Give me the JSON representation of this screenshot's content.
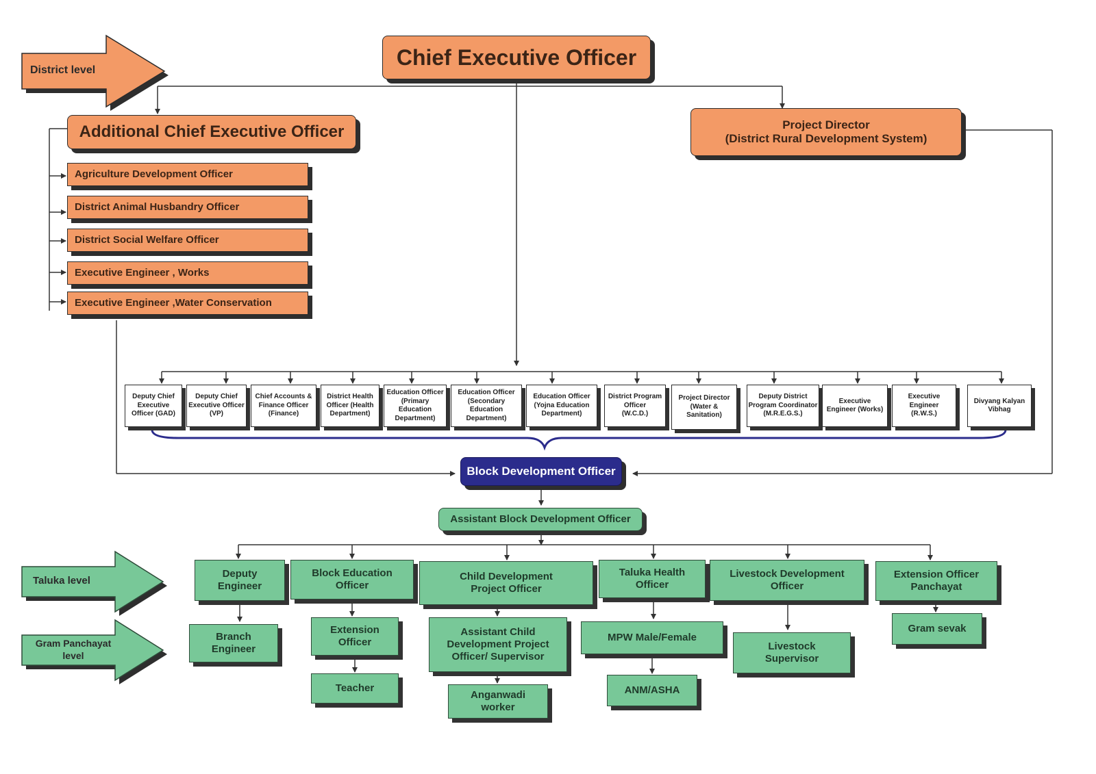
{
  "levels": {
    "district": "District level",
    "taluka": "Taluka level",
    "gram_panchayat": "Gram Panchayat level"
  },
  "top": {
    "ceo": "Chief Executive Officer",
    "aceo": "Additional Chief Executive Officer",
    "project_director": "Project Director\n(District Rural Development System)"
  },
  "aceo_children": [
    "Agriculture Development Officer",
    "District Animal Husbandry Officer",
    "District Social Welfare Officer",
    "Executive Engineer , Works",
    "Executive Engineer ,Water Conservation"
  ],
  "departments": [
    "Deputy Chief\nExecutive\nOfficer (GAD)",
    "Deputy Chief\nExecutive Officer\n(VP)",
    "Chief Accounts &\nFinance Officer\n(Finance)",
    "District Health\nOfficer (Health\nDepartment)",
    "Education Officer\n(Primary Education\nDepartment)",
    "Education Officer\n(Secondary Education\nDepartment)",
    "Education Officer\n(Yojna Education\nDepartment)",
    "District Program\nOfficer\n(W.C.D.)",
    "Project Director\n(Water &\nSanitation)",
    "Deputy District\nProgram Coordinator\n(M.R.E.G.S.)",
    "Executive\nEngineer (Works)",
    "Executive Engineer\n(R.W.S.)",
    "Divyang Kalyan\nVibhag"
  ],
  "block": {
    "bdo": "Block Development Officer",
    "abdo": "Assistant Block Development Officer"
  },
  "taluka_officers": [
    "Deputy\nEngineer",
    "Block Education\nOfficer",
    "Child Development\nProject Officer",
    "Taluka Health\nOfficer",
    "Livestock Development\nOfficer",
    "Extension Officer\nPanchayat"
  ],
  "gram_staff": {
    "branch_engineer": "Branch\nEngineer",
    "extension_officer": "Extension\nOfficer",
    "teacher": "Teacher",
    "acdpo": "Assistant Child\nDevelopment Project\nOfficer/ Supervisor",
    "anganwadi": "Anganwadi\nworker",
    "mpw": "MPW Male/Female",
    "anm": "ANM/ASHA",
    "livestock_supervisor": "Livestock\nSupervisor",
    "gram_sevak": "Gram sevak"
  },
  "colors": {
    "orange": "#f39a66",
    "green": "#78c898",
    "blue": "#2b2c8c",
    "brace": "#2b2c8c",
    "line": "#333333"
  }
}
